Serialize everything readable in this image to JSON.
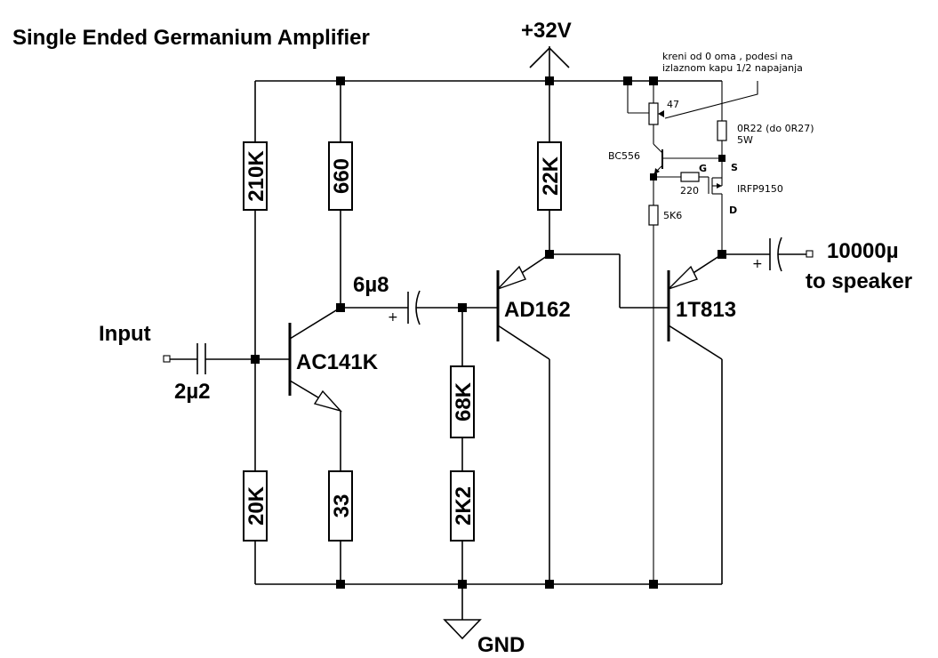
{
  "title": "Single Ended Germanium Amplifier",
  "supply_label": "+32V",
  "ground_label": "GND",
  "input_label": "Input",
  "output_label_1": "10000µ",
  "output_label_2": "to speaker",
  "note_line_1": "kreni od 0 oma , podesi na",
  "note_line_2": "izlaznom kapu 1/2 napajanja",
  "resistors": {
    "r210k": "210K",
    "r660": "660",
    "r22k": "22K",
    "r20k": "20K",
    "r33": "33",
    "r68k": "68K",
    "r2k2": "2K2",
    "r47": "47",
    "r0r22": "0R22 (do 0R27)",
    "r0r22_power": "5W",
    "r220": "220",
    "r5k6": "5K6"
  },
  "capacitors": {
    "c_in": "2µ2",
    "c_couple": "6µ8",
    "plus": "+"
  },
  "transistors": {
    "q1": "AC141K",
    "q2": "AD162",
    "q3": "1T813",
    "q4": "BC556",
    "mosfet": "IRFP9150",
    "pin_g": "G",
    "pin_s": "S",
    "pin_d": "D"
  }
}
